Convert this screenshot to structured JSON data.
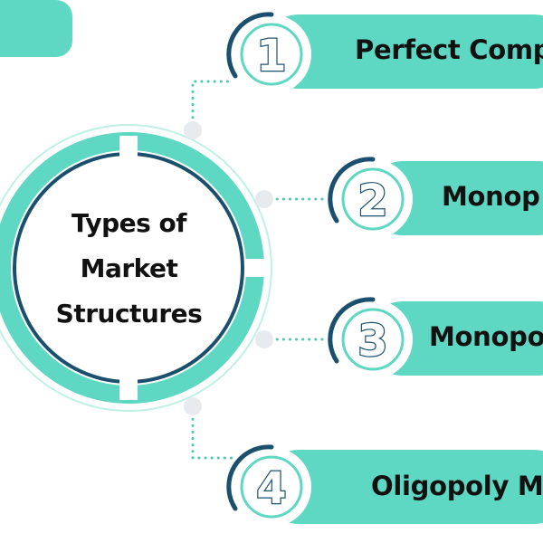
{
  "center": {
    "title_lines": [
      "Types of",
      "Market",
      "Structures"
    ]
  },
  "items": [
    {
      "number": "1",
      "label": "Perfect Comp"
    },
    {
      "number": "2",
      "label": "Monop"
    },
    {
      "number": "3",
      "label": "Monopo"
    },
    {
      "number": "4",
      "label": "Oligopoly M"
    }
  ],
  "colors": {
    "teal": "#5ed8c3",
    "teal_light": "#bff0e6",
    "navy": "#1a4f6e",
    "dot": "#e7eaef",
    "text": "#111111"
  }
}
